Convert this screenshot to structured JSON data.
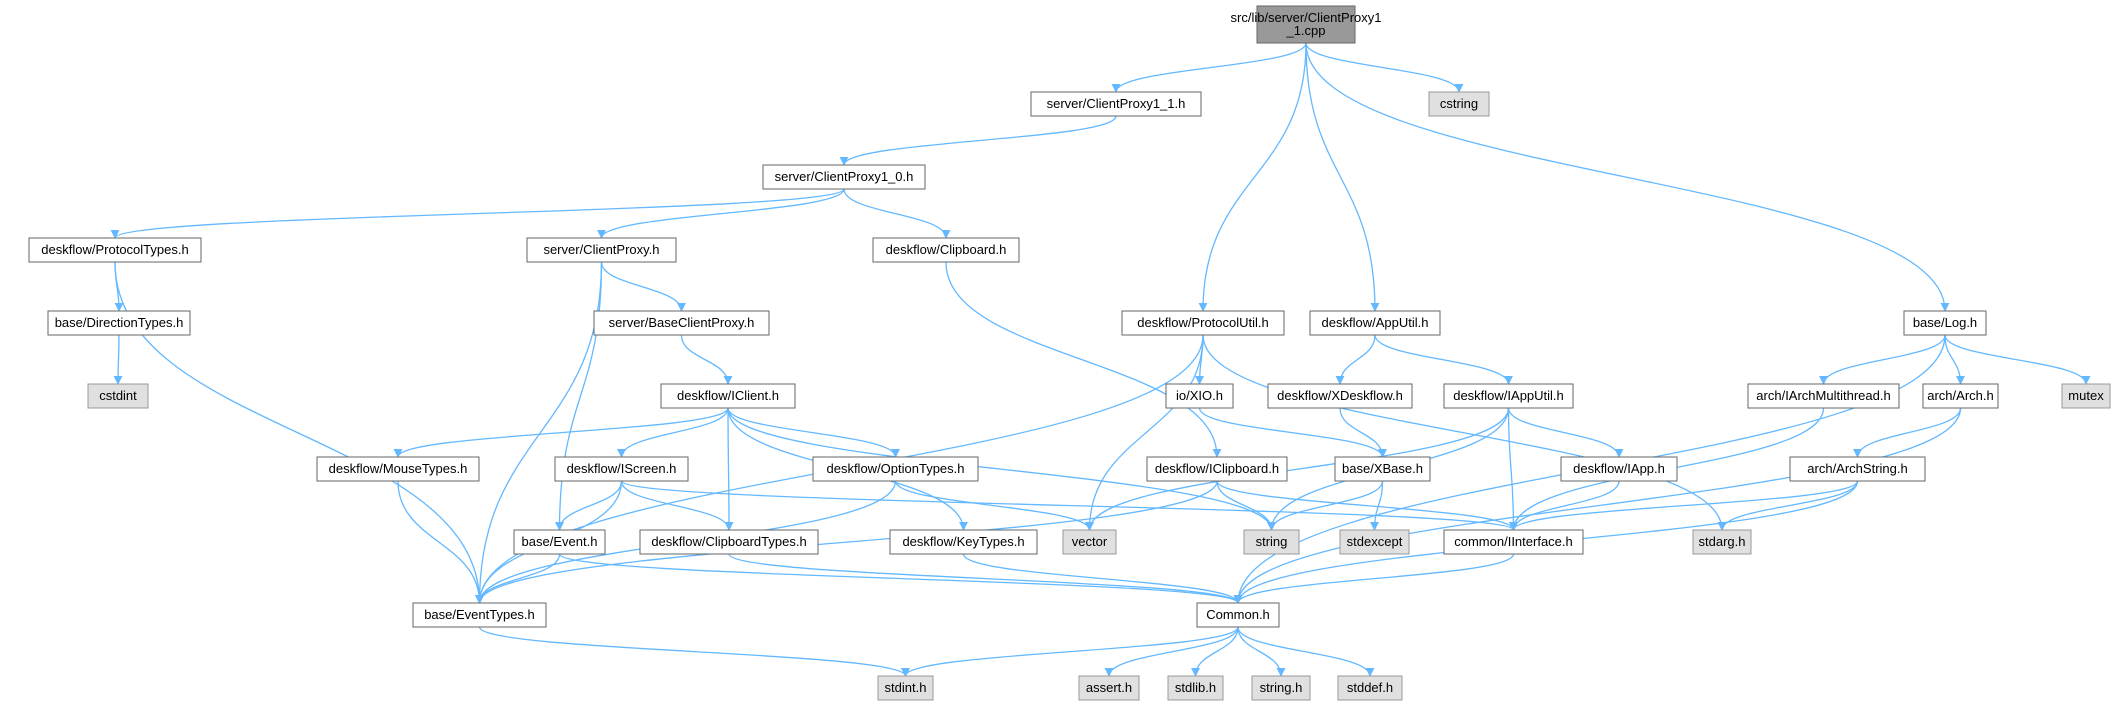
{
  "diagram": {
    "type": "include-dependency-graph",
    "colors": {
      "edge": "#63b8ff",
      "root_fill": "#999999",
      "system_fill": "#e0e0e0",
      "file_fill": "#ffffff",
      "border": "#666666"
    },
    "nodes": [
      {
        "id": "root",
        "label": "src/lib/server/ClientProxy1\n_1.cpp",
        "kind": "root"
      },
      {
        "id": "cp11h",
        "label": "server/ClientProxy1_1.h",
        "kind": "file"
      },
      {
        "id": "cstring",
        "label": "cstring",
        "kind": "system"
      },
      {
        "id": "cp10h",
        "label": "server/ClientProxy1_0.h",
        "kind": "file"
      },
      {
        "id": "prototypes",
        "label": "deskflow/ProtocolTypes.h",
        "kind": "file"
      },
      {
        "id": "clientproxy",
        "label": "server/ClientProxy.h",
        "kind": "file"
      },
      {
        "id": "clipboard",
        "label": "deskflow/Clipboard.h",
        "kind": "file"
      },
      {
        "id": "directiontypes",
        "label": "base/DirectionTypes.h",
        "kind": "file"
      },
      {
        "id": "cstdint",
        "label": "cstdint",
        "kind": "system"
      },
      {
        "id": "baseclientproxy",
        "label": "server/BaseClientProxy.h",
        "kind": "file"
      },
      {
        "id": "protoutil",
        "label": "deskflow/ProtocolUtil.h",
        "kind": "file"
      },
      {
        "id": "apputil",
        "label": "deskflow/AppUtil.h",
        "kind": "file"
      },
      {
        "id": "log",
        "label": "base/Log.h",
        "kind": "file"
      },
      {
        "id": "iclient",
        "label": "deskflow/IClient.h",
        "kind": "file"
      },
      {
        "id": "xio",
        "label": "io/XIO.h",
        "kind": "file"
      },
      {
        "id": "xdeskflow",
        "label": "deskflow/XDeskflow.h",
        "kind": "file"
      },
      {
        "id": "iapputil",
        "label": "deskflow/IAppUtil.h",
        "kind": "file"
      },
      {
        "id": "iarchmt",
        "label": "arch/IArchMultithread.h",
        "kind": "file"
      },
      {
        "id": "arch",
        "label": "arch/Arch.h",
        "kind": "file"
      },
      {
        "id": "mutex",
        "label": "mutex",
        "kind": "system"
      },
      {
        "id": "mousetypes",
        "label": "deskflow/MouseTypes.h",
        "kind": "file"
      },
      {
        "id": "iscreen",
        "label": "deskflow/IScreen.h",
        "kind": "file"
      },
      {
        "id": "optiontypes",
        "label": "deskflow/OptionTypes.h",
        "kind": "file"
      },
      {
        "id": "iclipboard",
        "label": "deskflow/IClipboard.h",
        "kind": "file"
      },
      {
        "id": "xbase",
        "label": "base/XBase.h",
        "kind": "file"
      },
      {
        "id": "iapp",
        "label": "deskflow/IApp.h",
        "kind": "file"
      },
      {
        "id": "archstring",
        "label": "arch/ArchString.h",
        "kind": "file"
      },
      {
        "id": "event",
        "label": "base/Event.h",
        "kind": "file"
      },
      {
        "id": "clipboardtypes",
        "label": "deskflow/ClipboardTypes.h",
        "kind": "file"
      },
      {
        "id": "keytypes",
        "label": "deskflow/KeyTypes.h",
        "kind": "file"
      },
      {
        "id": "vector",
        "label": "vector",
        "kind": "system"
      },
      {
        "id": "string",
        "label": "string",
        "kind": "system"
      },
      {
        "id": "stdexcept",
        "label": "stdexcept",
        "kind": "system"
      },
      {
        "id": "iinterface",
        "label": "common/IInterface.h",
        "kind": "file"
      },
      {
        "id": "stdarg",
        "label": "stdarg.h",
        "kind": "system"
      },
      {
        "id": "eventtypes",
        "label": "base/EventTypes.h",
        "kind": "file"
      },
      {
        "id": "common",
        "label": "Common.h",
        "kind": "file"
      },
      {
        "id": "stdint",
        "label": "stdint.h",
        "kind": "system"
      },
      {
        "id": "assert",
        "label": "assert.h",
        "kind": "system"
      },
      {
        "id": "stdlib",
        "label": "stdlib.h",
        "kind": "system"
      },
      {
        "id": "stringh",
        "label": "string.h",
        "kind": "system"
      },
      {
        "id": "stddef",
        "label": "stddef.h",
        "kind": "system"
      }
    ],
    "edges": [
      [
        "root",
        "cp11h"
      ],
      [
        "root",
        "cstring"
      ],
      [
        "root",
        "protoutil"
      ],
      [
        "root",
        "apputil"
      ],
      [
        "root",
        "log"
      ],
      [
        "cp11h",
        "cp10h"
      ],
      [
        "cp10h",
        "prototypes"
      ],
      [
        "cp10h",
        "clientproxy"
      ],
      [
        "cp10h",
        "clipboard"
      ],
      [
        "prototypes",
        "directiontypes"
      ],
      [
        "prototypes",
        "eventtypes"
      ],
      [
        "directiontypes",
        "cstdint"
      ],
      [
        "clientproxy",
        "baseclientproxy"
      ],
      [
        "clientproxy",
        "eventtypes"
      ],
      [
        "clientproxy",
        "event"
      ],
      [
        "clipboard",
        "iclipboard"
      ],
      [
        "baseclientproxy",
        "iclient"
      ],
      [
        "iclient",
        "mousetypes"
      ],
      [
        "iclient",
        "iscreen"
      ],
      [
        "iclient",
        "clipboardtypes"
      ],
      [
        "iclient",
        "optiontypes"
      ],
      [
        "iclient",
        "keytypes"
      ],
      [
        "iclient",
        "string"
      ],
      [
        "protoutil",
        "eventtypes"
      ],
      [
        "protoutil",
        "xio"
      ],
      [
        "protoutil",
        "vector"
      ],
      [
        "protoutil",
        "stdarg"
      ],
      [
        "apputil",
        "xdeskflow"
      ],
      [
        "apputil",
        "iapputil"
      ],
      [
        "log",
        "iarchmt"
      ],
      [
        "log",
        "arch"
      ],
      [
        "log",
        "mutex"
      ],
      [
        "log",
        "common"
      ],
      [
        "xio",
        "xbase"
      ],
      [
        "xdeskflow",
        "xbase"
      ],
      [
        "iapputil",
        "vector"
      ],
      [
        "iapputil",
        "string"
      ],
      [
        "iapputil",
        "iapp"
      ],
      [
        "iapputil",
        "iinterface"
      ],
      [
        "iarchmt",
        "iinterface"
      ],
      [
        "arch",
        "archstring"
      ],
      [
        "arch",
        "common"
      ],
      [
        "mousetypes",
        "eventtypes"
      ],
      [
        "iscreen",
        "event"
      ],
      [
        "iscreen",
        "eventtypes"
      ],
      [
        "iscreen",
        "clipboardtypes"
      ],
      [
        "iscreen",
        "iinterface"
      ],
      [
        "optiontypes",
        "vector"
      ],
      [
        "optiontypes",
        "eventtypes"
      ],
      [
        "iclipboard",
        "string"
      ],
      [
        "iclipboard",
        "iinterface"
      ],
      [
        "iclipboard",
        "eventtypes"
      ],
      [
        "xbase",
        "string"
      ],
      [
        "xbase",
        "stdexcept"
      ],
      [
        "iapp",
        "iinterface"
      ],
      [
        "archstring",
        "iinterface"
      ],
      [
        "archstring",
        "stdarg"
      ],
      [
        "archstring",
        "common"
      ],
      [
        "event",
        "eventtypes"
      ],
      [
        "event",
        "common"
      ],
      [
        "clipboardtypes",
        "common"
      ],
      [
        "keytypes",
        "common"
      ],
      [
        "iinterface",
        "common"
      ],
      [
        "eventtypes",
        "stdint"
      ],
      [
        "common",
        "stdint"
      ],
      [
        "common",
        "assert"
      ],
      [
        "common",
        "stdlib"
      ],
      [
        "common",
        "stringh"
      ],
      [
        "common",
        "stddef"
      ]
    ]
  }
}
